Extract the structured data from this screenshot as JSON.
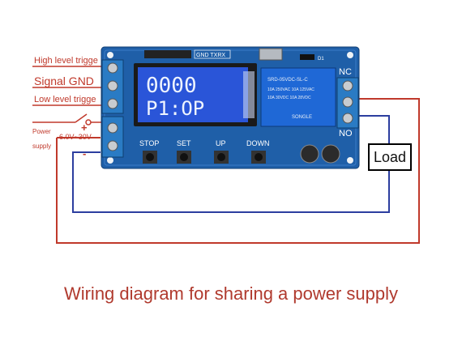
{
  "labels": {
    "high_trigger": "High level trigge",
    "signal_gnd": "Signal GND",
    "low_trigger": "Low level trigge",
    "power": "Power",
    "supply": "supply",
    "voltage": "6.0V~30V",
    "plus": "+",
    "minus": "-"
  },
  "board": {
    "header_pins": "GND TXRX",
    "lcd_line1": "0000",
    "lcd_line2": "P1:OP",
    "button_labels": [
      "STOP",
      "SET",
      "UP",
      "DOWN"
    ],
    "nc": "NC",
    "no": "NO",
    "led": "D1",
    "relay_text": [
      "SRD-05VDC-SL-C",
      "10A 250VAC  10A 125VAC",
      "10A 30VDC  10A 28VDC",
      "SONGLE"
    ]
  },
  "load": "Load",
  "caption": "Wiring diagram for sharing a power supply",
  "colors": {
    "red_wire": "#c0392b",
    "blue_wire": "#2c3e9f",
    "pcb": "#1f5fa8",
    "lcd": "#2a55d8",
    "caption": "#b03a2e"
  }
}
